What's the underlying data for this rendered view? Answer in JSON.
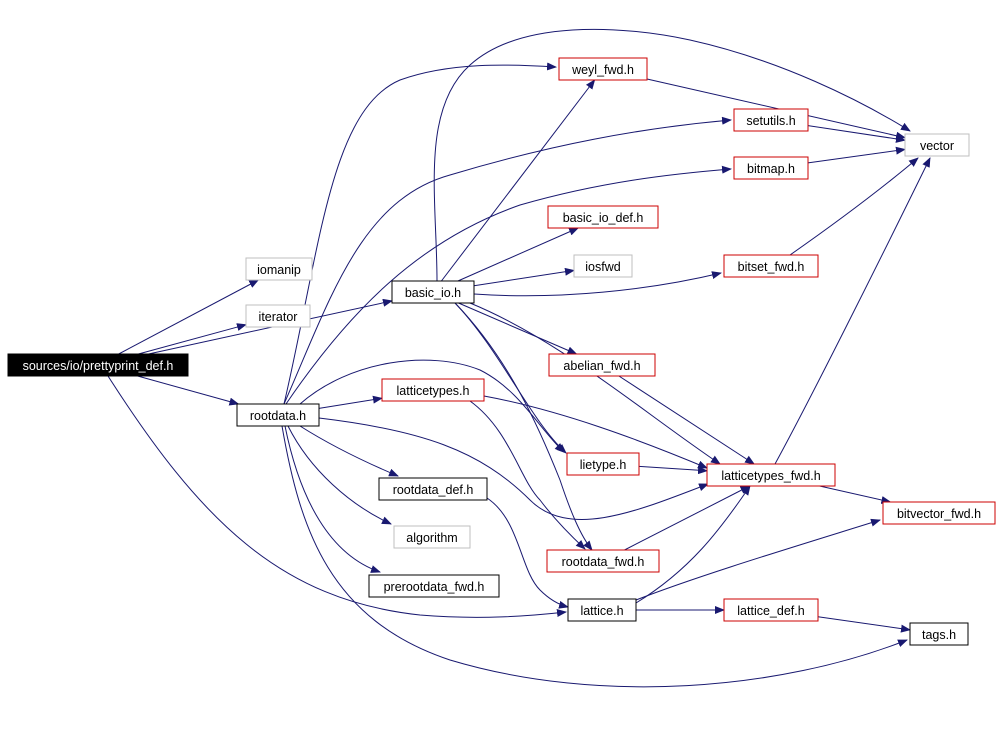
{
  "colors": {
    "edge": "#191970",
    "root_fill": "#000000",
    "root_text": "#ffffff",
    "black_border": "#000000",
    "red_border": "#cc0000",
    "gray_border": "#bfbfbf",
    "text": "#000000"
  },
  "nodes": {
    "prettyprint_def": {
      "label": "sources/io/prettyprint_def.h",
      "style": "root"
    },
    "iomanip": {
      "label": "iomanip",
      "style": "gray"
    },
    "iterator": {
      "label": "iterator",
      "style": "gray"
    },
    "basic_io": {
      "label": "basic_io.h",
      "style": "black"
    },
    "rootdata": {
      "label": "rootdata.h",
      "style": "black"
    },
    "weyl_fwd": {
      "label": "weyl_fwd.h",
      "style": "red"
    },
    "setutils": {
      "label": "setutils.h",
      "style": "red"
    },
    "bitmap": {
      "label": "bitmap.h",
      "style": "red"
    },
    "vector": {
      "label": "vector",
      "style": "gray"
    },
    "basic_io_def": {
      "label": "basic_io_def.h",
      "style": "red"
    },
    "iosfwd": {
      "label": "iosfwd",
      "style": "gray"
    },
    "bitset_fwd": {
      "label": "bitset_fwd.h",
      "style": "red"
    },
    "abelian_fwd": {
      "label": "abelian_fwd.h",
      "style": "red"
    },
    "latticetypes": {
      "label": "latticetypes.h",
      "style": "red"
    },
    "lietype": {
      "label": "lietype.h",
      "style": "red"
    },
    "latticetypes_fwd": {
      "label": "latticetypes_fwd.h",
      "style": "red"
    },
    "rootdata_def": {
      "label": "rootdata_def.h",
      "style": "black"
    },
    "bitvector_fwd": {
      "label": "bitvector_fwd.h",
      "style": "red"
    },
    "algorithm": {
      "label": "algorithm",
      "style": "gray"
    },
    "rootdata_fwd": {
      "label": "rootdata_fwd.h",
      "style": "red"
    },
    "prerootdata_fwd": {
      "label": "prerootdata_fwd.h",
      "style": "black"
    },
    "lattice": {
      "label": "lattice.h",
      "style": "black"
    },
    "lattice_def": {
      "label": "lattice_def.h",
      "style": "red"
    },
    "tags": {
      "label": "tags.h",
      "style": "black"
    }
  },
  "edges": [
    [
      "prettyprint_def",
      "iomanip"
    ],
    [
      "prettyprint_def",
      "iterator"
    ],
    [
      "prettyprint_def",
      "basic_io"
    ],
    [
      "prettyprint_def",
      "rootdata"
    ],
    [
      "prettyprint_def",
      "lattice"
    ],
    [
      "basic_io",
      "weyl_fwd"
    ],
    [
      "basic_io",
      "basic_io_def"
    ],
    [
      "basic_io",
      "iosfwd"
    ],
    [
      "basic_io",
      "bitset_fwd"
    ],
    [
      "basic_io",
      "abelian_fwd"
    ],
    [
      "basic_io",
      "lietype"
    ],
    [
      "basic_io",
      "latticetypes_fwd"
    ],
    [
      "basic_io",
      "rootdata_fwd"
    ],
    [
      "basic_io",
      "vector"
    ],
    [
      "rootdata",
      "weyl_fwd"
    ],
    [
      "rootdata",
      "setutils"
    ],
    [
      "rootdata",
      "bitmap"
    ],
    [
      "rootdata",
      "latticetypes"
    ],
    [
      "rootdata",
      "latticetypes_fwd"
    ],
    [
      "rootdata",
      "rootdata_def"
    ],
    [
      "rootdata",
      "algorithm"
    ],
    [
      "rootdata",
      "prerootdata_fwd"
    ],
    [
      "rootdata",
      "lietype"
    ],
    [
      "rootdata",
      "tags"
    ],
    [
      "weyl_fwd",
      "vector"
    ],
    [
      "setutils",
      "vector"
    ],
    [
      "bitmap",
      "vector"
    ],
    [
      "bitset_fwd",
      "vector"
    ],
    [
      "abelian_fwd",
      "latticetypes_fwd"
    ],
    [
      "latticetypes",
      "latticetypes_fwd"
    ],
    [
      "latticetypes",
      "rootdata_fwd"
    ],
    [
      "lietype",
      "latticetypes_fwd"
    ],
    [
      "latticetypes_fwd",
      "vector"
    ],
    [
      "latticetypes_fwd",
      "bitvector_fwd"
    ],
    [
      "rootdata_def",
      "lattice"
    ],
    [
      "rootdata_fwd",
      "latticetypes_fwd"
    ],
    [
      "lattice",
      "latticetypes_fwd"
    ],
    [
      "lattice",
      "bitvector_fwd"
    ],
    [
      "lattice",
      "lattice_def"
    ],
    [
      "lattice_def",
      "tags"
    ]
  ]
}
